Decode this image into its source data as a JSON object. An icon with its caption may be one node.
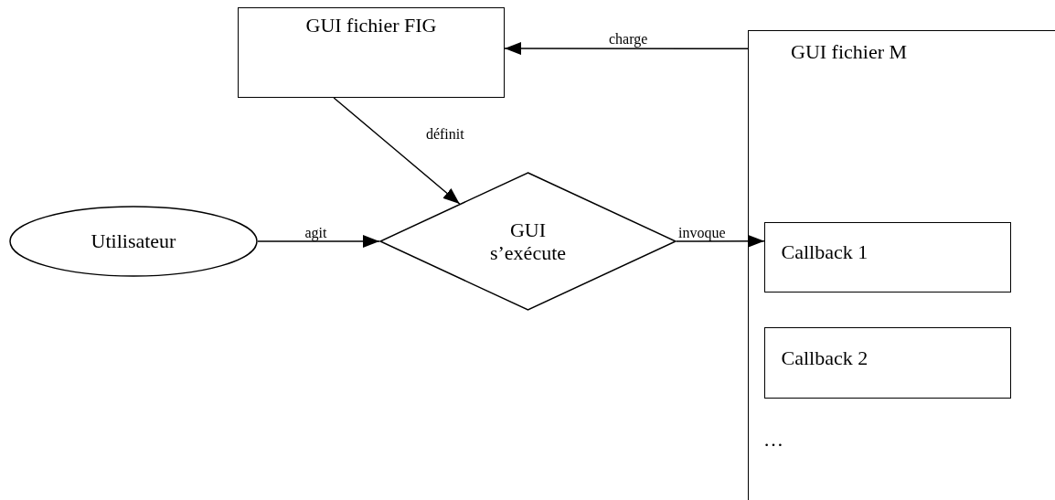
{
  "diagram": {
    "nodes": [
      {
        "text": [
          "GUI fichier FIG"
        ]
      },
      {
        "text": [
          "GUI fichier M"
        ]
      },
      {
        "text": [
          "Utilisateur"
        ]
      },
      {
        "text": [
          "GUI s’exécute"
        ]
      },
      {
        "text": [
          "Callback 1"
        ],
        "in": 1
      },
      {
        "text": [
          "Callback 2"
        ],
        "in": 1
      }
    ],
    "edges": [
      {
        "from": 1,
        "to": 0,
        "arrow": "to",
        "label": "charge"
      },
      {
        "from": 0,
        "to": 3,
        "arrow": "to",
        "label": "définit"
      },
      {
        "from": 2,
        "to": 3,
        "arrow": "to",
        "label": "agit"
      },
      {
        "from": 3,
        "to": 4,
        "arrow": "to",
        "label": "invoque"
      }
    ],
    "labels": [
      "…"
    ]
  }
}
